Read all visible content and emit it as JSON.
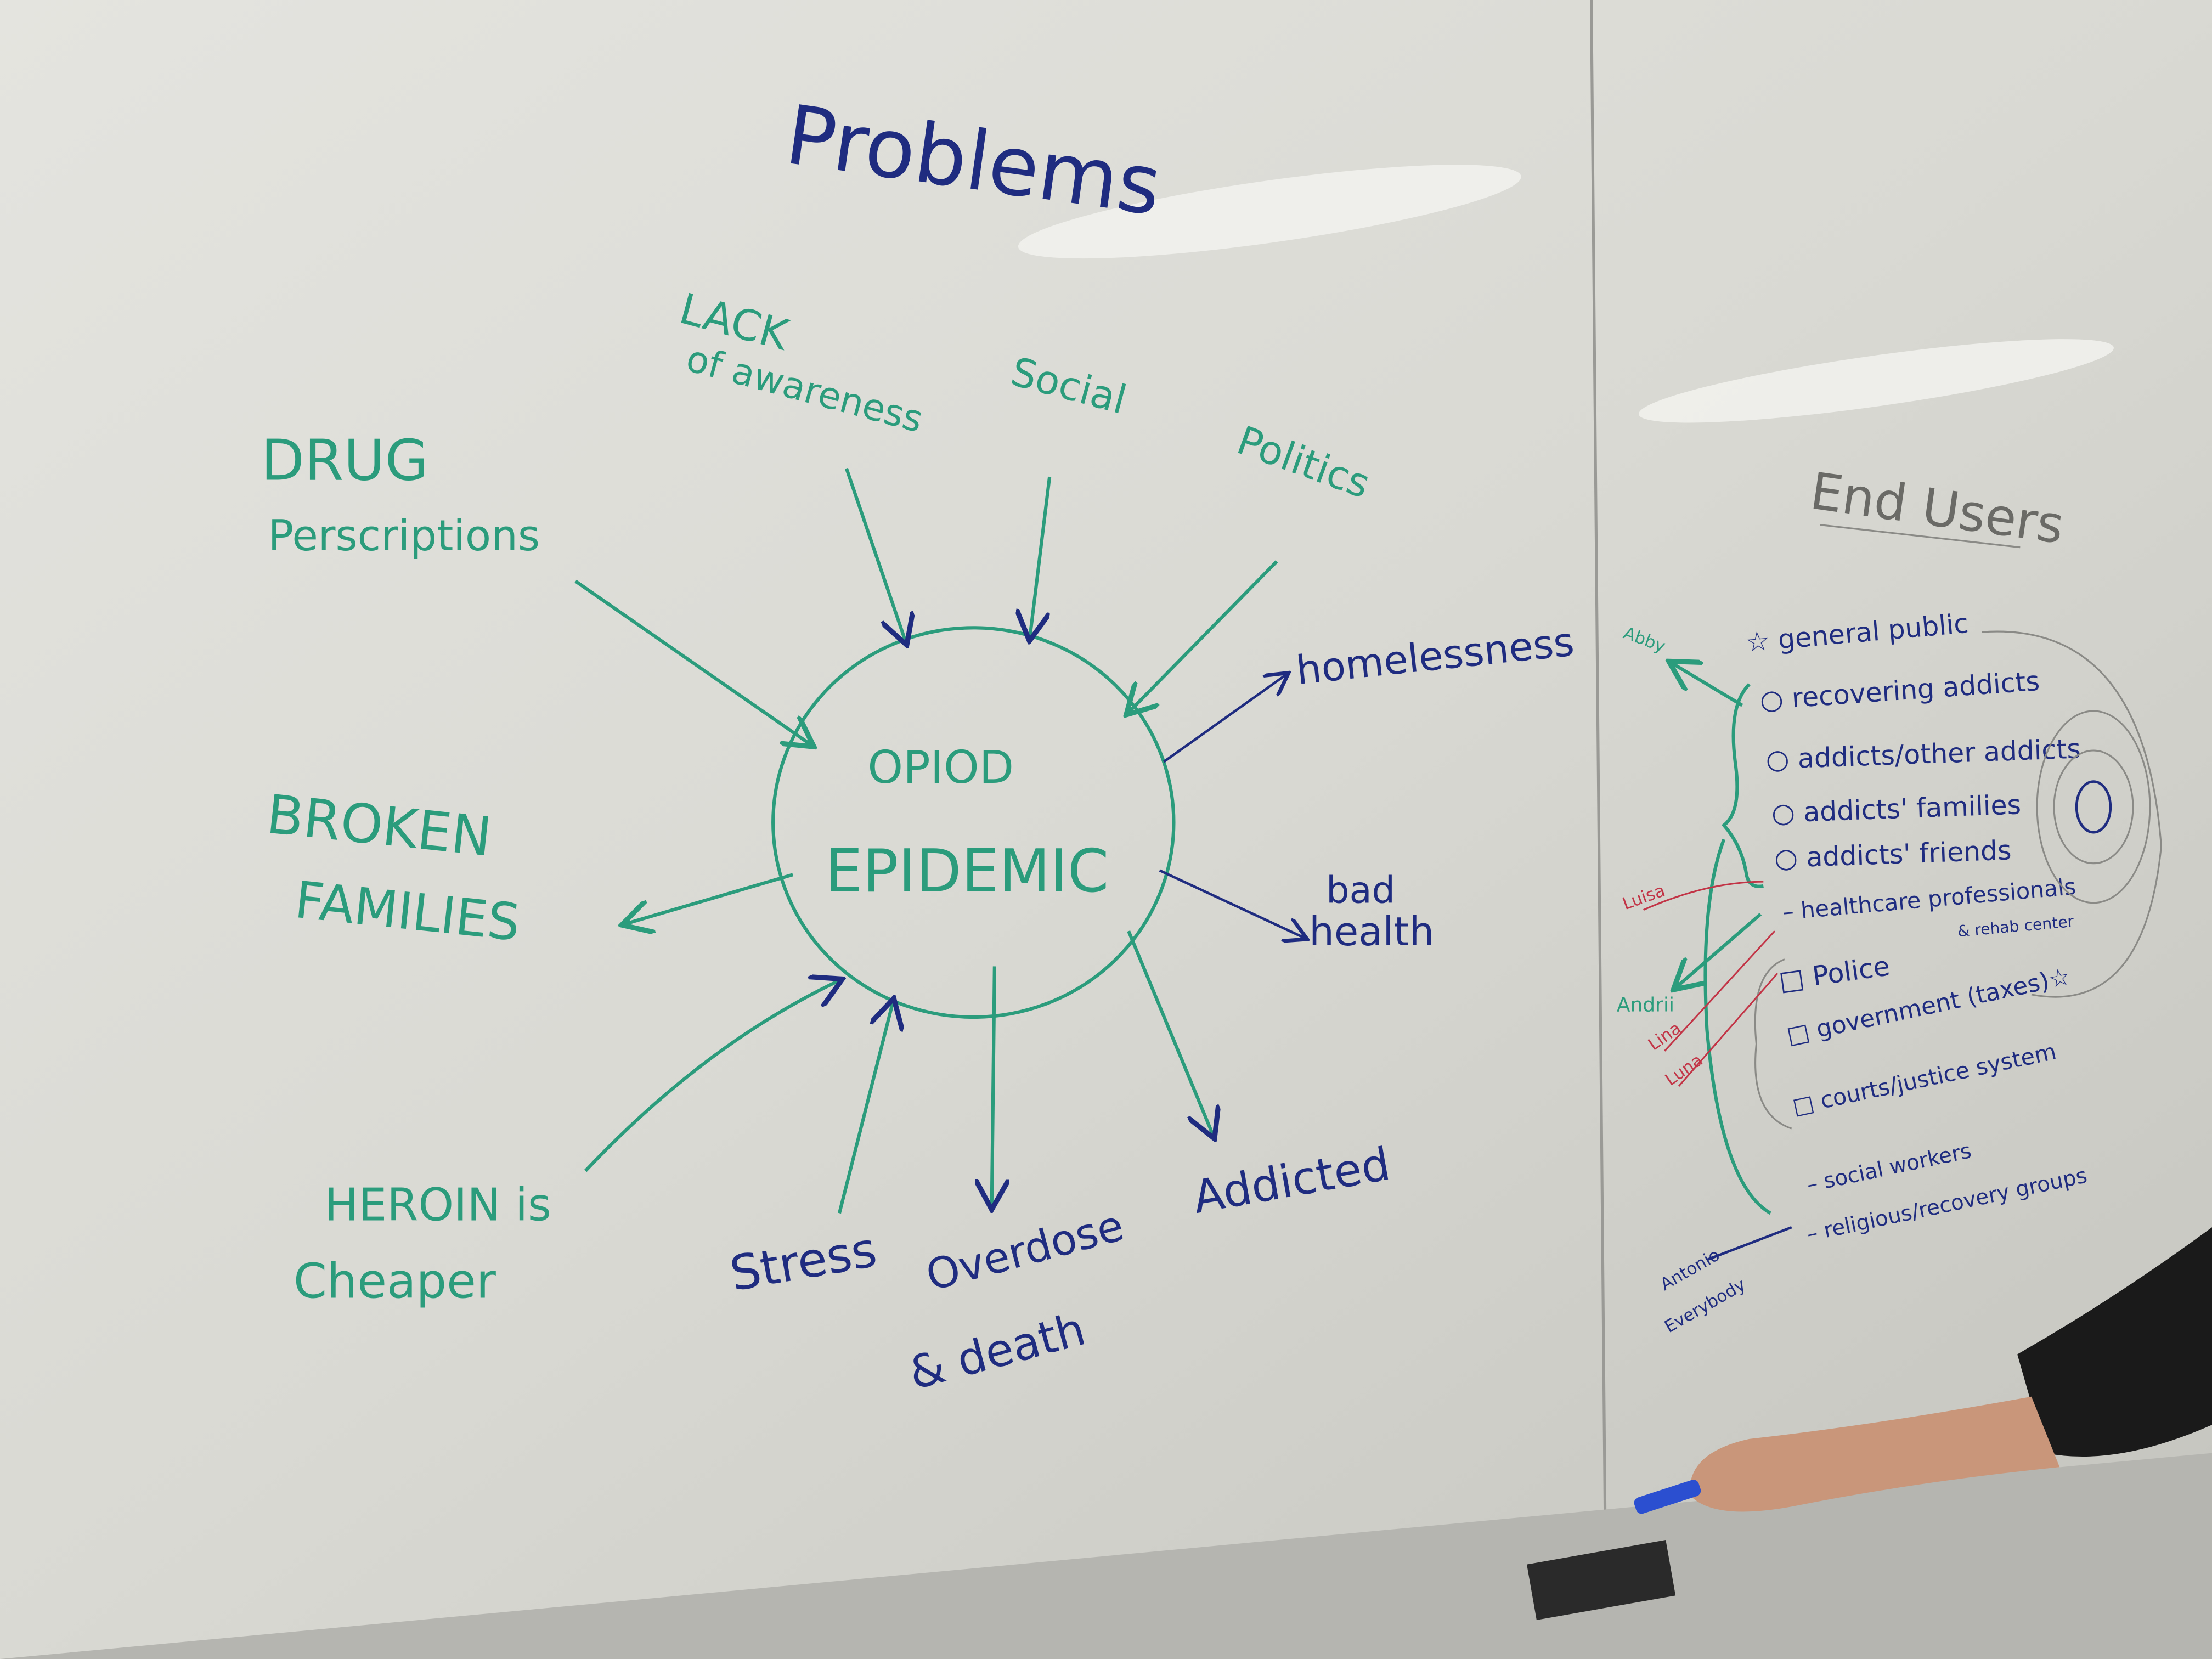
{
  "colors": {
    "green_marker": "#2b9c7c",
    "blue_marker": "#1f2c80",
    "red_marker": "#c23446",
    "board": "#dcdcd6"
  },
  "problems": {
    "title": "Problems",
    "center": {
      "line1": "OPIOD",
      "line2": "EPIDEMIC"
    },
    "causes": [
      {
        "line1": "LACK",
        "line2": "of awareness"
      },
      {
        "line1": "Social",
        "line2": ""
      },
      {
        "line1": "Politics",
        "line2": ""
      },
      {
        "line1": "DRUG",
        "line2": "Perscriptions"
      },
      {
        "line1": "HEROIN is",
        "line2": "Cheaper"
      },
      {
        "line1": "Stress",
        "line2": ""
      }
    ],
    "effects": [
      {
        "line1": "homelessness",
        "line2": ""
      },
      {
        "line1": "bad",
        "line2": "health"
      },
      {
        "line1": "Addicted",
        "line2": ""
      },
      {
        "line1": "Overdose",
        "line2": "& death"
      },
      {
        "line1": "BROKEN",
        "line2": "FAMILIES"
      }
    ]
  },
  "end_users": {
    "title": "End Users",
    "items": [
      {
        "bullet": "☆",
        "label": "general public"
      },
      {
        "bullet": "○",
        "label": "recovering addicts"
      },
      {
        "bullet": "○",
        "label": "addicts/other addicts"
      },
      {
        "bullet": "○",
        "label": "addicts' families"
      },
      {
        "bullet": "○",
        "label": "addicts' friends"
      },
      {
        "bullet": "–",
        "label": "healthcare professionals"
      },
      {
        "bullet": "",
        "label": "& rehab center"
      },
      {
        "bullet": "□",
        "label": "Police"
      },
      {
        "bullet": "□",
        "label": "government (taxes)☆"
      },
      {
        "bullet": "□",
        "label": "courts/justice system"
      },
      {
        "bullet": "–",
        "label": "social workers"
      },
      {
        "bullet": "–",
        "label": "religious/recovery groups"
      }
    ],
    "assignees": [
      "Abby",
      "Luisa",
      "Andrii",
      "Lina",
      "Luna",
      "Antonio",
      "Everybody"
    ]
  }
}
